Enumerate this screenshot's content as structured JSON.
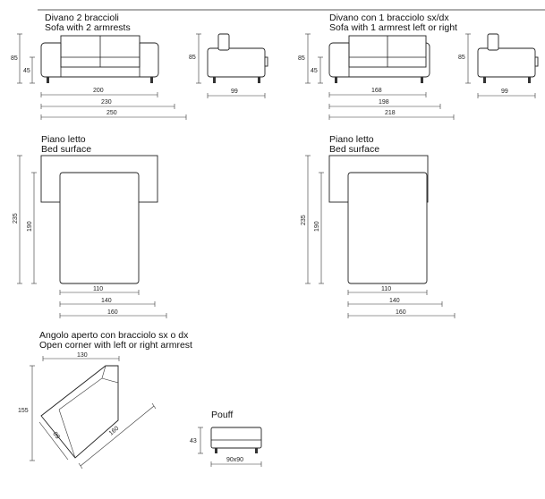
{
  "sofa2": {
    "title_it": "Divano 2 braccioli",
    "title_en": "Sofa with 2 armrests",
    "h_total": "85",
    "h_seat": "45",
    "w_seat": "200",
    "w_mid": "230",
    "w_total": "250",
    "side_h": "85",
    "side_d": "99"
  },
  "sofa1": {
    "title_it": "Divano con 1 bracciolo sx/dx",
    "title_en": "Sofa with 1 armrest left or right",
    "h_total": "85",
    "h_seat": "45",
    "w_seat": "168",
    "w_mid": "198",
    "w_total": "218",
    "side_h": "85",
    "side_d": "99"
  },
  "bed1": {
    "title_it": "Piano letto",
    "title_en": "Bed surface",
    "len_total": "235",
    "len_bed": "190",
    "w_a": "110",
    "w_b": "140",
    "w_c": "160"
  },
  "bed2": {
    "title_it": "Piano letto",
    "title_en": "Bed surface",
    "len_total": "235",
    "len_bed": "190",
    "w_a": "110",
    "w_b": "140",
    "w_c": "160"
  },
  "corner": {
    "title_it": "Angolo aperto con bracciolo sx o dx",
    "title_en": "Open corner with left or right armrest",
    "top": "130",
    "height": "155",
    "inner": "89",
    "outer": "160"
  },
  "pouff": {
    "title": "Pouff",
    "height": "43",
    "size": "90x90"
  }
}
